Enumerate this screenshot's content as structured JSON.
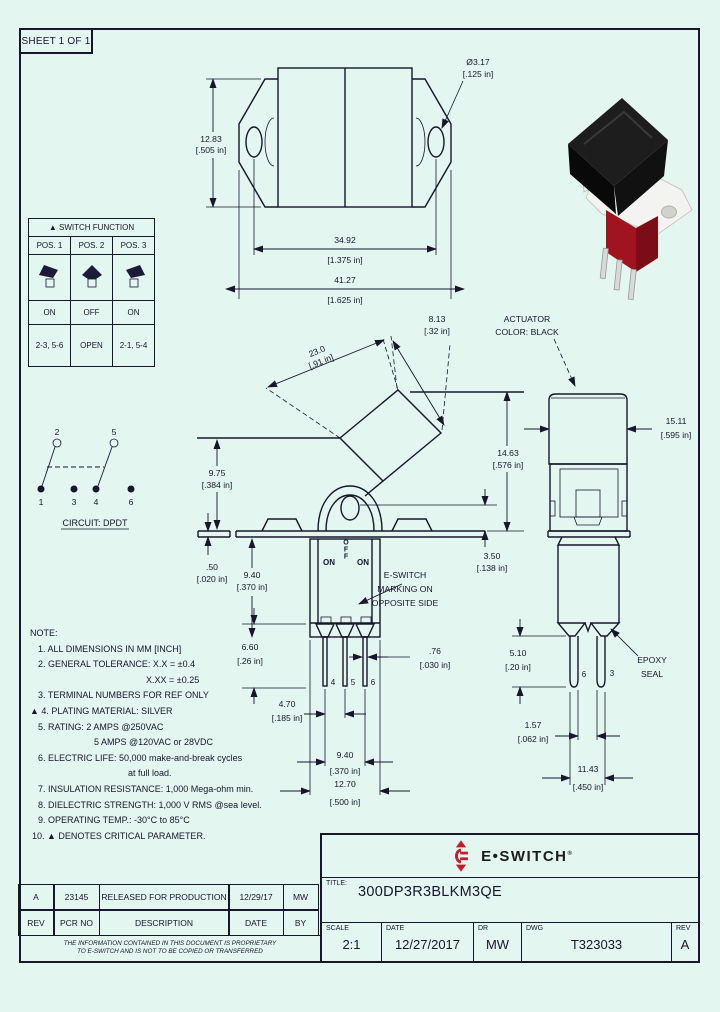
{
  "sheet": {
    "label": "SHEET 1 OF 1"
  },
  "colors": {
    "background": "#e4f6f0",
    "line": "#16162c",
    "logo_red": "#c41e2e",
    "actuator_black": "#141414",
    "body_red": "#a01420"
  },
  "function_table": {
    "header": "▲ SWITCH FUNCTION",
    "positions": [
      "POS. 1",
      "POS. 2",
      "POS. 3"
    ],
    "states": [
      "ON",
      "OFF",
      "ON"
    ],
    "connections": [
      "2-3, 5-6",
      "OPEN",
      "2-1, 5-4"
    ]
  },
  "circuit": {
    "caption": "CIRCUIT: DPDT",
    "top_terminals": [
      "2",
      "5"
    ],
    "bottom_terminals": [
      "1",
      "3",
      "4",
      "6"
    ]
  },
  "notes": {
    "lines": [
      "NOTE:",
      "1. ALL DIMENSIONS IN MM [INCH]",
      "2. GENERAL TOLERANCE: X.X = ±0.4",
      "X.XX = ±0.25",
      "3. TERMINAL NUMBERS FOR REF ONLY",
      "▲ 4. PLATING MATERIAL: SILVER",
      "5. RATING: 2 AMPS @250VAC",
      "5 AMPS @120VAC or 28VDC",
      "6. ELECTRIC LIFE: 50,000 make-and-break cycles",
      "at full load.",
      "7. INSULATION RESISTANCE: 1,000 Mega-ohm min.",
      "8. DIELECTRIC STRENGTH: 1,000 V RMS @sea level.",
      "9. OPERATING TEMP.: -30°C to 85°C",
      "10. ▲ DENOTES CRITICAL PARAMETER."
    ]
  },
  "top_view": {
    "height_mm": "12.83",
    "height_in": "[.505 in]",
    "hole_mm": "Ø3.17",
    "hole_in": "[.125 in]",
    "spacing_mm": "34.92",
    "spacing_in": "[1.375 in]",
    "overall_mm": "41.27",
    "overall_in": "[1.625 in]"
  },
  "front_view": {
    "rocker_len_mm": "23.0",
    "rocker_len_in": "[.91 in]",
    "rocker_w_mm": "8.13",
    "rocker_w_in": "[.32 in]",
    "rocker_h_mm": "9.75",
    "rocker_h_in": "[.384 in]",
    "total_h_mm": "14.63",
    "total_h_in": "[.576 in]",
    "plate_mm": ".50",
    "plate_in": "[.020 in]",
    "body_h_mm": "9.40",
    "body_h_in": "[.370 in]",
    "bush_mm": "3.50",
    "bush_in": "[.138 in]",
    "term_len_mm": "6.60",
    "term_len_in": "[.26 in]",
    "term_w_mm": ".76",
    "term_w_in": "[.030 in]",
    "pitch_mm": "4.70",
    "pitch_in": "[.185 in]",
    "span_mm": "9.40",
    "span_in": "[.370 in]",
    "body_w_mm": "12.70",
    "body_w_in": "[.500 in]",
    "mark_left": "ON",
    "mark_center": "OFF",
    "mark_right": "ON",
    "terminals": [
      "4",
      "5",
      "6"
    ],
    "marking_note": [
      "E-SWITCH",
      "MARKING ON",
      "OPPOSITE SIDE"
    ]
  },
  "side_view": {
    "actuator_note": [
      "ACTUATOR",
      "COLOR: BLACK"
    ],
    "width_mm": "15.11",
    "width_in": "[.595 in]",
    "term_len_mm": "5.10",
    "term_len_in": "[.20 in]",
    "gap_mm": "1.57",
    "gap_in": "[.062 in]",
    "span_mm": "11.43",
    "span_in": "[.450 in]",
    "epoxy_note": [
      "EPOXY",
      "SEAL"
    ],
    "terminals": [
      "6",
      "3"
    ]
  },
  "revision_table": {
    "entry": {
      "rev": "A",
      "pcr": "23145",
      "description": "RELEASED FOR PRODUCTION",
      "date": "12/29/17",
      "by": "MW"
    },
    "headers": [
      "REV",
      "PCR NO",
      "DESCRIPTION",
      "DATE",
      "BY"
    ],
    "proprietary": [
      "THE INFORMATION CONTAINED IN THIS DOCUMENT IS PROPRIETARY",
      "TO E-SWITCH AND IS NOT TO BE COPIED OR TRANSFERRED"
    ]
  },
  "title_block": {
    "brand": "E•SWITCH",
    "brand_mark": "®",
    "title_label": "TITLE:",
    "title": "300DP3R3BLKM3QE",
    "scale_label": "SCALE",
    "scale": "2:1",
    "date_label": "DATE",
    "date": "12/27/2017",
    "drawn_label": "DR",
    "drawn": "MW",
    "dwg_label": "DWG",
    "dwg": "T323033",
    "rev_label": "REV",
    "rev": "A"
  }
}
